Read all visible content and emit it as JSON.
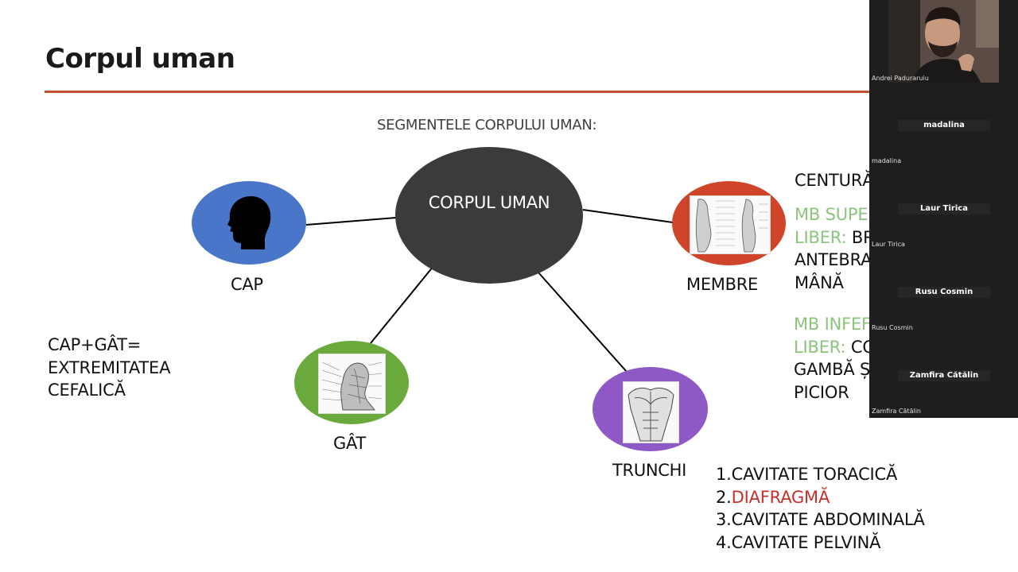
{
  "slide": {
    "title": "Corpul uman",
    "subtitle": "SEGMENTELE CORPULUI UMAN:",
    "center_label": "CORPUL UMAN",
    "labels": {
      "cap": "CAP",
      "gat": "GÂT",
      "trunchi": "TRUNCHI",
      "membre": "MEMBRE"
    },
    "cap_gat_note": [
      "CAP+GÂT=",
      "EXTREMITATEA",
      "CEFALICĂ"
    ],
    "membre_text": {
      "line1": "CENTURĂ",
      "sup_a": "MB SUPE",
      "sup_b_green": "LIBER:",
      "sup_b_black": " BR",
      "sup_c": "ANTEBRA",
      "sup_d": "MÂNĂ",
      "inf_a": "MB INFEF",
      "inf_b_green": "LIBER:",
      "inf_b_black": " CO",
      "inf_c": "GAMBĂ Ș",
      "inf_d": "PICIOR"
    },
    "cavities": {
      "c1": "1.CAVITATE TORACICĂ",
      "c2_num": "2.",
      "c2_red": "DIAFRAGMĂ",
      "c3": "3.CAVITATE ABDOMINALĂ",
      "c4": "4.CAVITATE PELVINĂ"
    },
    "colors": {
      "accent_rule": "#c0502e",
      "center": "#3b3b3b",
      "cap": "#4a76c9",
      "gat": "#6aaa3c",
      "trunchi": "#8e59c4",
      "membre": "#d0442a",
      "green_text": "#8bc47b",
      "red_text": "#c9302c"
    }
  },
  "participants": [
    {
      "video_name": "Andrei Paduraruiu",
      "has_video": true
    },
    {
      "tile_name": "madalina",
      "small_name": "madalina"
    },
    {
      "tile_name": "Laur Tirica",
      "small_name": "Laur Tirica"
    },
    {
      "tile_name": "Rusu Cosmin",
      "small_name": "Rusu Cosmin"
    },
    {
      "tile_name": "Zamfira Cătălin",
      "small_name": "Zamfira Cătălin"
    }
  ]
}
